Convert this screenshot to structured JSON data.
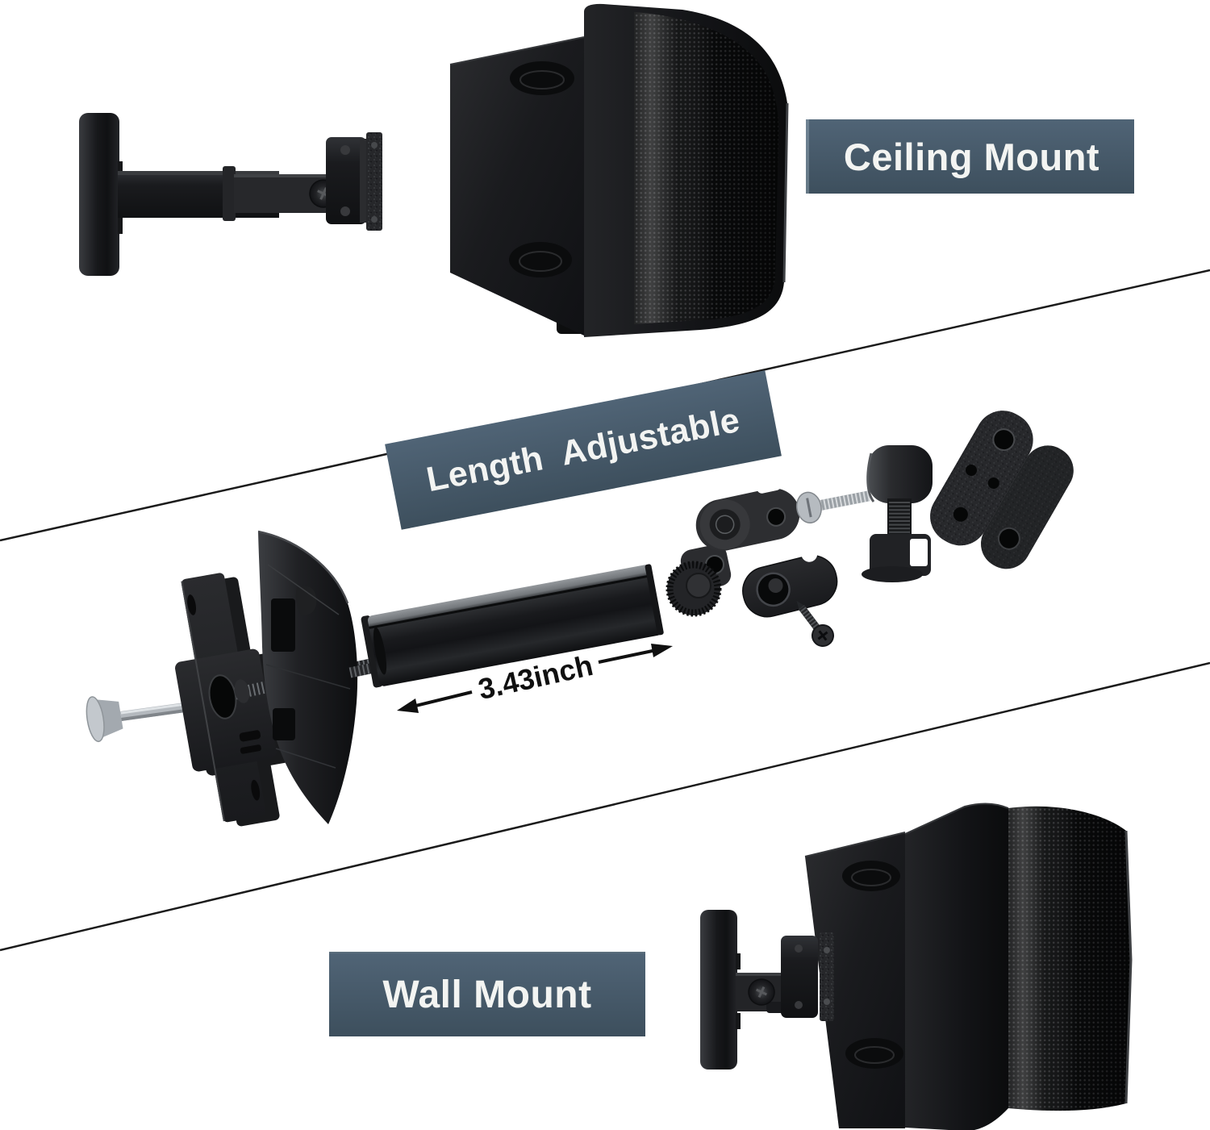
{
  "image_type": "product-photo",
  "labels": {
    "ceiling_mount": "Ceiling Mount",
    "length_adjustable": "Length  Adjustable",
    "wall_mount": "Wall Mount"
  },
  "dimension": {
    "text": "3.43inch"
  },
  "colors": {
    "background": "#ffffff",
    "label_bg_top": "#506476",
    "label_bg_bottom": "#3d4f5d",
    "label_text": "#f3f4f2",
    "divider_line": "#1b1b1b",
    "dimension_text": "#101010"
  }
}
